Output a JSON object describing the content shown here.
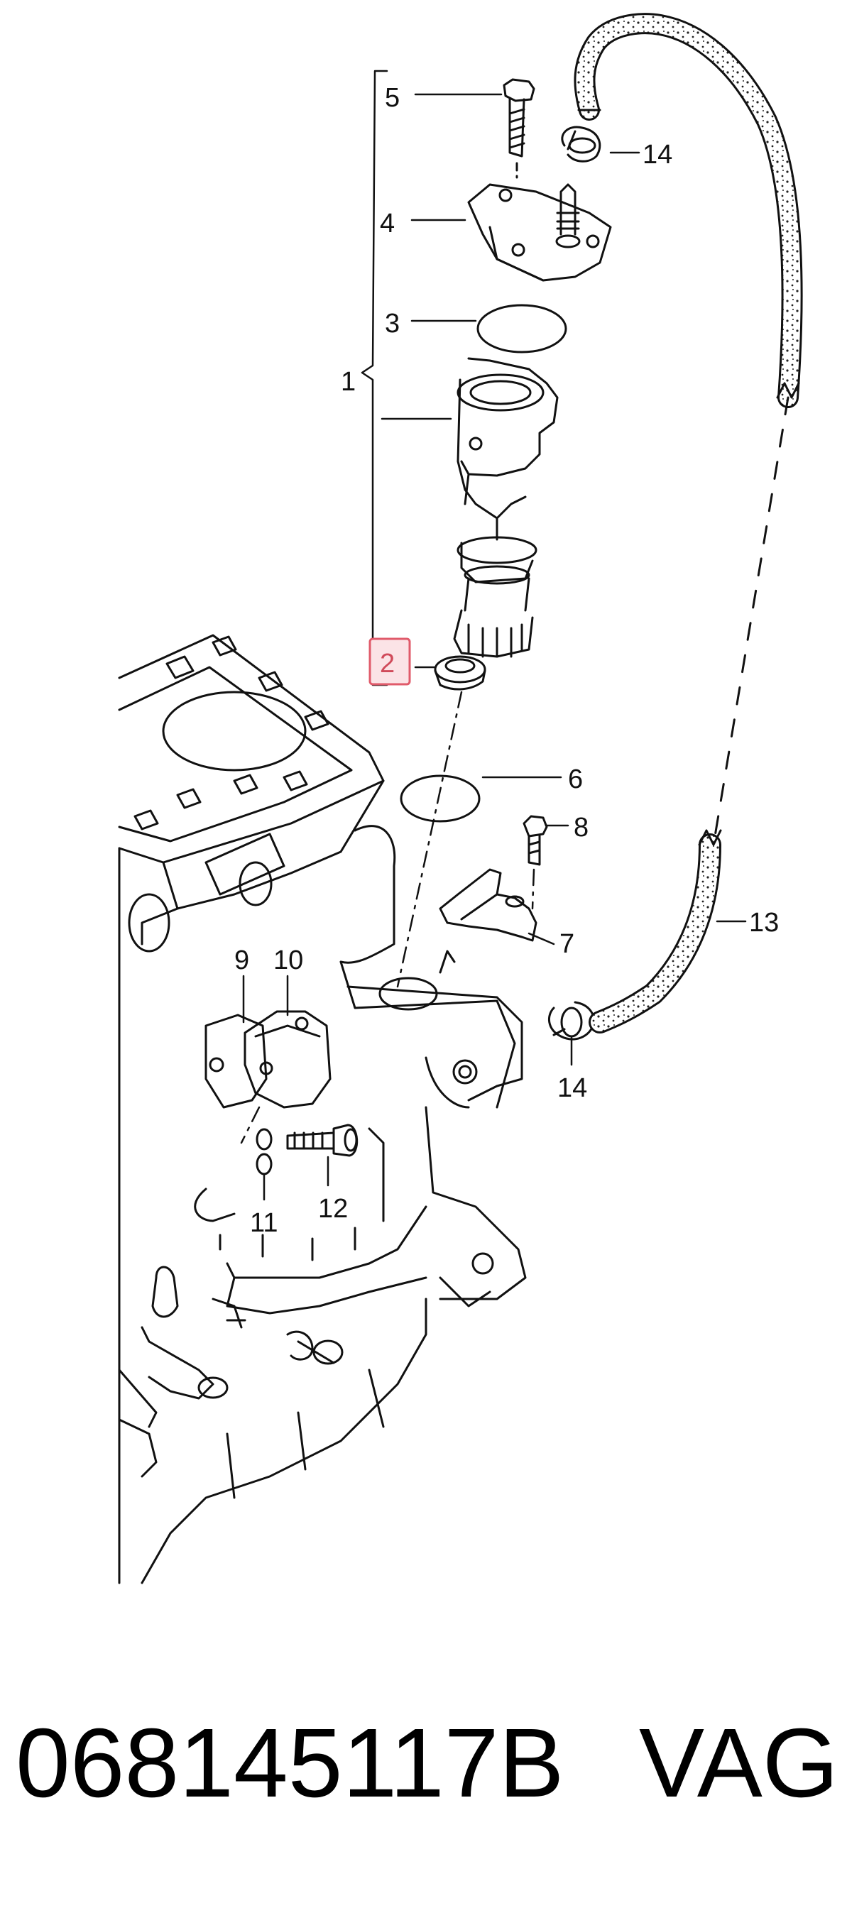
{
  "diagram": {
    "callouts": [
      {
        "id": "1",
        "text": "1"
      },
      {
        "id": "2",
        "text": "2",
        "highlight": true
      },
      {
        "id": "3",
        "text": "3"
      },
      {
        "id": "4",
        "text": "4"
      },
      {
        "id": "5",
        "text": "5"
      },
      {
        "id": "6",
        "text": "6"
      },
      {
        "id": "7",
        "text": "7"
      },
      {
        "id": "8",
        "text": "8"
      },
      {
        "id": "9",
        "text": "9"
      },
      {
        "id": "10",
        "text": "10"
      },
      {
        "id": "11",
        "text": "11"
      },
      {
        "id": "12",
        "text": "12"
      },
      {
        "id": "13",
        "text": "13"
      },
      {
        "id": "14a",
        "text": "14"
      },
      {
        "id": "14b",
        "text": "14"
      }
    ],
    "highlight_color": "#e05a6a",
    "highlight_fill": "#fbe3e6",
    "line_color": "#111111"
  },
  "footer": {
    "part_number": "068145117B",
    "brand": "VAG"
  }
}
